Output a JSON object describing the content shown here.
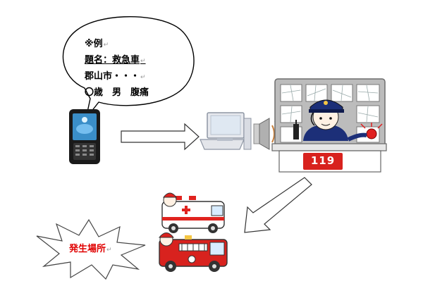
{
  "speech_bubble": {
    "lines": [
      "※例",
      "題名：救急車",
      "郡山市・・・",
      "〇歳　男　腹痛"
    ],
    "mark": "↵"
  },
  "call_center": {
    "sign_number": "119"
  },
  "incident": {
    "label": "発生場所",
    "mark": "↵"
  },
  "colors": {
    "phone_screen": "#3a8ec8",
    "operator_uniform": "#1c2f78",
    "desk_red": "#d8221e",
    "burst_text": "#e00000",
    "arrow_fill": "#ffffff",
    "ambulance_stripe": "#e0231f",
    "fire_engine": "#d8221e"
  },
  "icons": [
    "mobile-phone-icon",
    "desktop-computer-icon",
    "speaker-icon",
    "operator-icon",
    "ambulance-icon",
    "fire-engine-icon",
    "explosion-burst-icon"
  ]
}
